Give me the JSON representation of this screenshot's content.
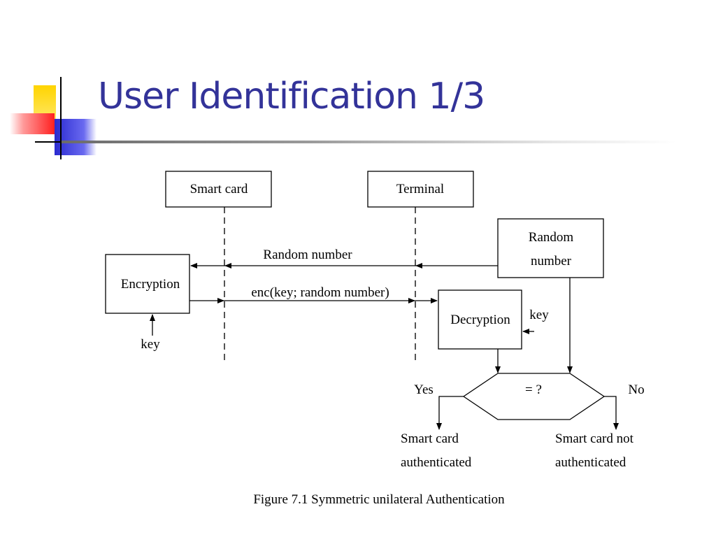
{
  "slide": {
    "title": "User Identification 1/3"
  },
  "diagram": {
    "smart_card_label": "Smart card",
    "terminal_label": "Terminal",
    "random_number_box": [
      "Random",
      "number"
    ],
    "encryption_label": "Encryption",
    "decryption_label": "Decryption",
    "random_number_msg": "Random number",
    "enc_msg": "enc(key; random number)",
    "key_label_left": "key",
    "key_label_right": "key",
    "compare_label": "= ?",
    "yes_label": "Yes",
    "no_label": "No",
    "authenticated_result": [
      "Smart card",
      "authenticated"
    ],
    "not_authenticated_result": [
      "Smart card not",
      "authenticated"
    ],
    "caption": "Figure 7.1 Symmetric unilateral Authentication"
  },
  "colors": {
    "title": "#333399",
    "accent_yellow": "#FFD700",
    "accent_red": "#FF3333",
    "accent_blue": "#3333CC"
  }
}
